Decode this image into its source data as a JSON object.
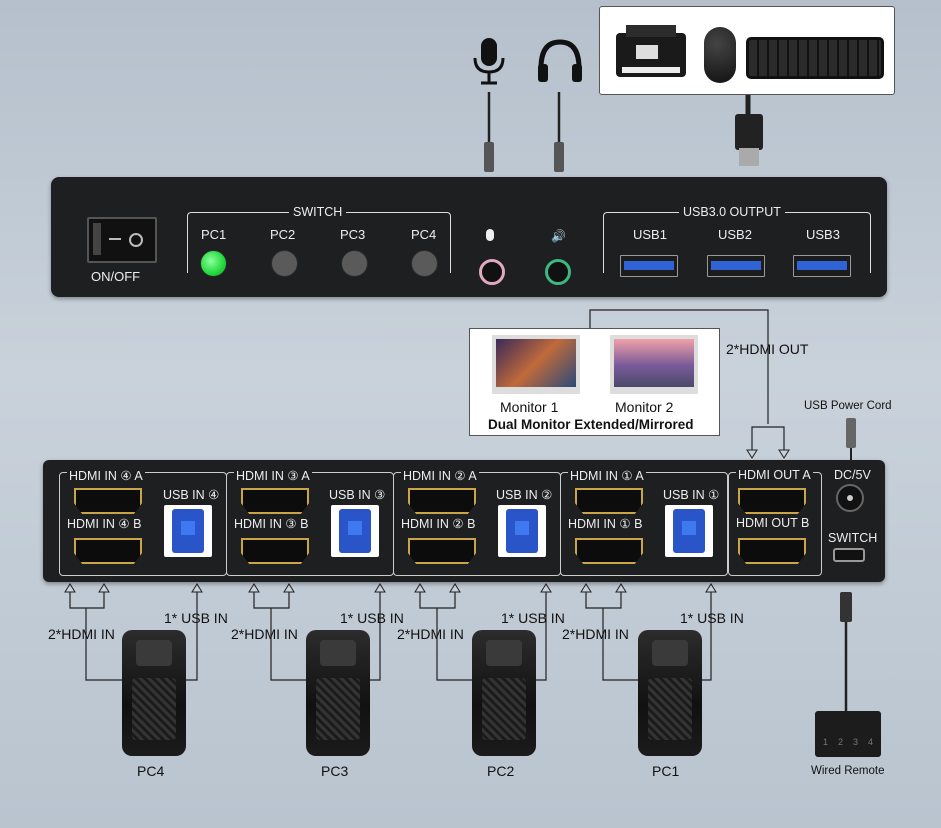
{
  "top_panel": {
    "power_label": "ON/OFF",
    "switch_label": "SWITCH",
    "pcs": [
      "PC1",
      "PC2",
      "PC3",
      "PC4"
    ],
    "active_pc": "PC1",
    "usb_output_label": "USB3.0 OUTPUT",
    "usb_ports": [
      "USB1",
      "USB2",
      "USB3"
    ]
  },
  "monitors": {
    "monitor1": "Monitor 1",
    "monitor2": "Monitor 2",
    "caption": "Dual Monitor Extended/Mirrored",
    "hdmi_out": "2*HDMI OUT"
  },
  "usb_power_cord": "USB Power Cord",
  "back_panel": {
    "groups": [
      {
        "hdmi_a": "HDMI IN ④ A",
        "hdmi_b": "HDMI IN ④ B",
        "usb": "USB IN ④"
      },
      {
        "hdmi_a": "HDMI IN ③ A",
        "hdmi_b": "HDMI IN ③ B",
        "usb": "USB IN ③"
      },
      {
        "hdmi_a": "HDMI IN ② A",
        "hdmi_b": "HDMI IN ② B",
        "usb": "USB IN ②"
      },
      {
        "hdmi_a": "HDMI IN ① A",
        "hdmi_b": "HDMI IN ① B",
        "usb": "USB IN ①"
      }
    ],
    "hdmi_out_a": "HDMI OUT A",
    "hdmi_out_b": "HDMI OUT B",
    "dc": "DC/5V",
    "switch": "SWITCH"
  },
  "computers": [
    {
      "hdmi": "2*HDMI IN",
      "usb": "1* USB IN",
      "label": "PC4"
    },
    {
      "hdmi": "2*HDMI IN",
      "usb": "1* USB IN",
      "label": "PC3"
    },
    {
      "hdmi": "2*HDMI IN",
      "usb": "1* USB IN",
      "label": "PC2"
    },
    {
      "hdmi": "2*HDMI IN",
      "usb": "1* USB IN",
      "label": "PC1"
    }
  ],
  "wired_remote": {
    "label": "Wired Remote",
    "keys": [
      "1",
      "2",
      "3",
      "4"
    ]
  },
  "colors": {
    "led_active": "#22d83c",
    "hdmi_gold": "#c9a547",
    "usb_blue": "#2f63d6"
  },
  "icons": [
    "microphone-icon",
    "headphones-icon",
    "printer-icon",
    "mouse-icon",
    "keyboard-icon"
  ]
}
